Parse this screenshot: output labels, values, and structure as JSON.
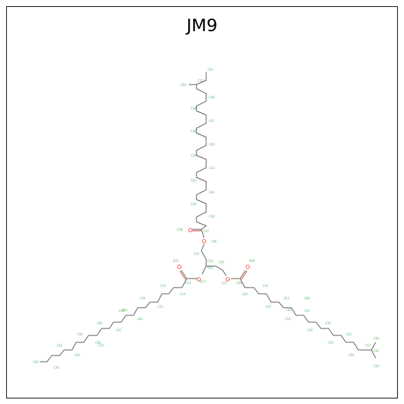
{
  "title": "JM9",
  "colors": {
    "background": "#ffffff",
    "border": "#000000",
    "bond": "#555555",
    "oxygen": "#e03030",
    "carbon_label": "#4caf50"
  },
  "atom_labels": {
    "top_chain": [
      "C51",
      "C52",
      "C50",
      "C49",
      "C48",
      "C47",
      "C46",
      "C45",
      "C44",
      "C43",
      "C42",
      "C41",
      "C40",
      "C39",
      "C38",
      "C37",
      "C36",
      "C35"
    ],
    "core": [
      "O33",
      "C32",
      "O31",
      "C30",
      "C18",
      "C19",
      "O17",
      "C27",
      "O28",
      "C29",
      "O30",
      "C55"
    ],
    "left_chain": [
      "C13",
      "C14",
      "C12",
      "C11",
      "C10",
      "C09",
      "C08",
      "C07",
      "C06",
      "C05",
      "C04",
      "C03",
      "C02",
      "C01",
      "C00",
      "C15",
      "C16"
    ],
    "right_chain": [
      "C20",
      "C21",
      "C22",
      "C23",
      "C24",
      "C25",
      "C26",
      "C34",
      "C53",
      "C54",
      "C56",
      "C57",
      "C58",
      "C59",
      "C60",
      "C61"
    ]
  },
  "oxygen_symbol": "O"
}
